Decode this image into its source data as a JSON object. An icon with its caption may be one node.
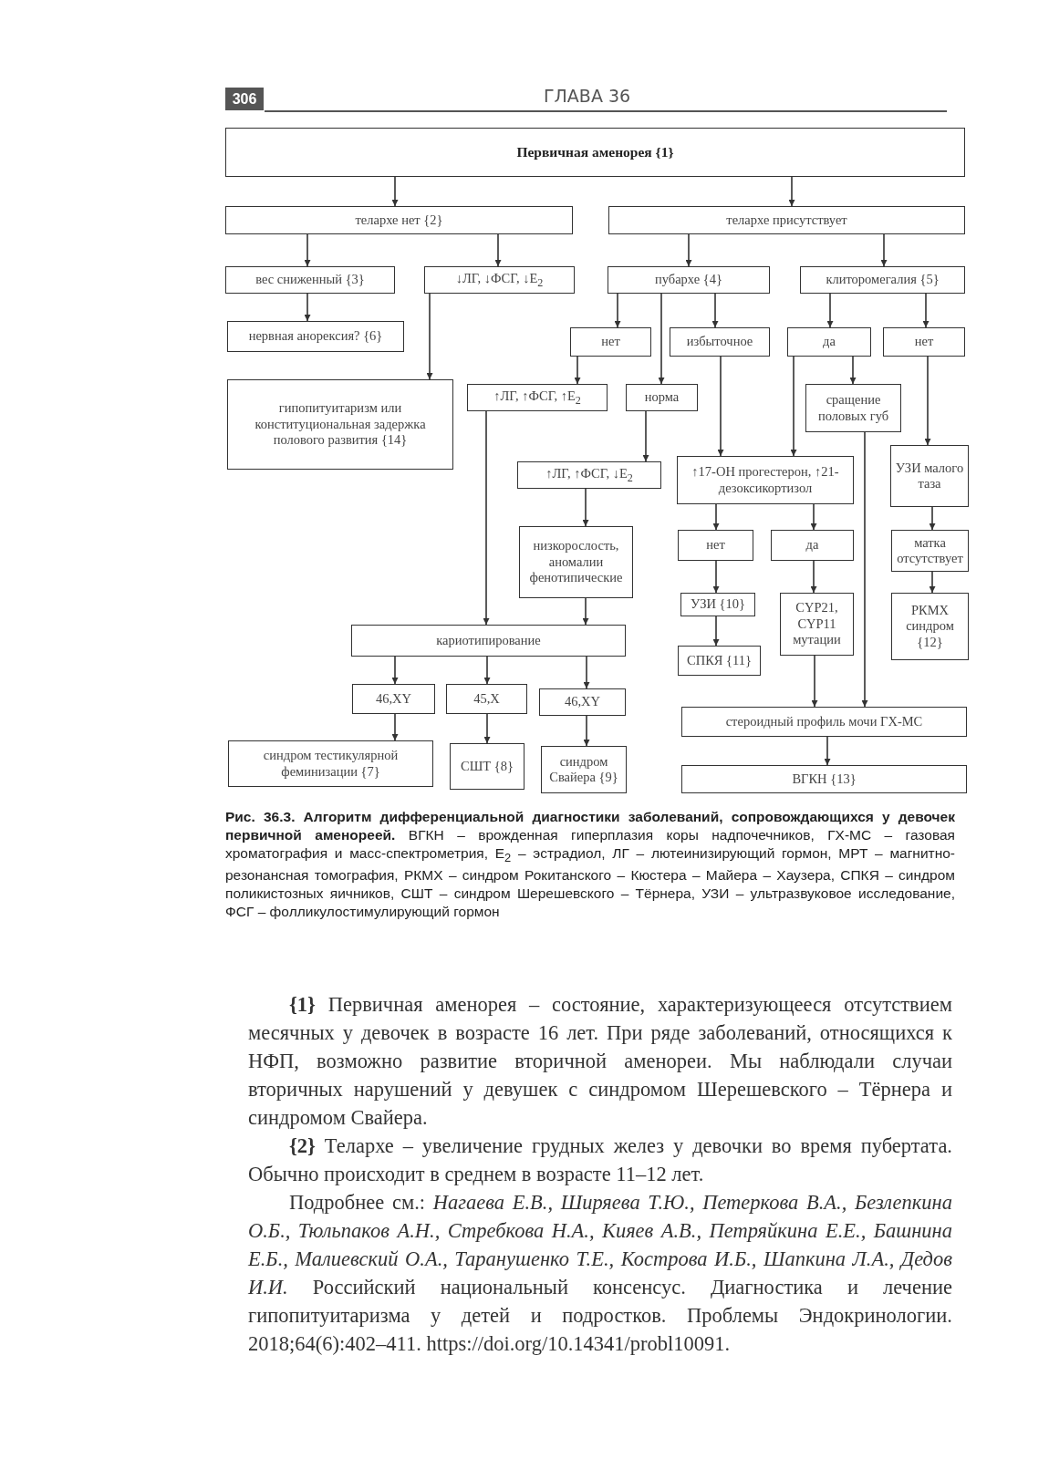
{
  "diagram": {
    "caption": "**Рис. 36.3. Алгоритм дифференциальной диагностики заболеваний, сопровождающихся у девочек первичной аменореей.** ВГКН – врожденная гиперплазия коры надпочечников, ГХ-МС – газовая хроматография и масс-спектрометрия, E$_{2}$ – эстрадиол, ЛГ – лютеинизирующий гормон, МРТ – магнитно-резонансная томография, РКМХ – синдром Рокитанского – Кюстера – Майера – Хаузера, СПКЯ – синдром поликистозных яичников, СШТ – синдром Шерешевского – Тёрнера, УЗИ – ультразвуковое исследование, ФСГ – фолликулостимулирующий гормон",
    "nodes": [
      {
        "text": [
          "Первичная аменорея {1}"
        ]
      },
      {
        "text": [
          "телархе нет {2}"
        ]
      },
      {
        "text": [
          "телархе присутствует"
        ]
      },
      {
        "text": [
          "вес сниженный {3}"
        ]
      },
      {
        "text": [
          "↓ЛГ, ↓ФСГ, ↓E$_{2}$"
        ]
      },
      {
        "text": [
          "пубархе {4}"
        ]
      },
      {
        "text": [
          "клиторомегалия {5}"
        ]
      },
      {
        "text": [
          "нервная анорексия? {6}"
        ]
      },
      {
        "text": [
          "нет"
        ]
      },
      {
        "text": [
          "избыточное"
        ]
      },
      {
        "text": [
          "да"
        ]
      },
      {
        "text": [
          "нет"
        ]
      },
      {
        "text": [
          "гипопитуитаризм или конституциональная задержка полового развития {14}"
        ]
      },
      {
        "text": [
          "↑ЛГ, ↑ФСГ, ↑E$_{2}$"
        ]
      },
      {
        "text": [
          "норма"
        ]
      },
      {
        "text": [
          "сращение половых губ"
        ]
      },
      {
        "text": [
          "↑ЛГ, ↑ФСГ, ↓E$_{2}$"
        ]
      },
      {
        "text": [
          "↑17-ОН прогестерон, ↑21-дезоксикортизол"
        ]
      },
      {
        "text": [
          "УЗИ малого таза"
        ]
      },
      {
        "text": [
          "низкорослость, аномалии фенотипические"
        ]
      },
      {
        "text": [
          "нет"
        ]
      },
      {
        "text": [
          "да"
        ]
      },
      {
        "text": [
          "матка отсутствует"
        ]
      },
      {
        "text": [
          "УЗИ {10}"
        ]
      },
      {
        "text": [
          "CYP21, CYP11 мутации"
        ]
      },
      {
        "text": [
          "РКМХ синдром {12}"
        ]
      },
      {
        "text": [
          "кариотипирование"
        ]
      },
      {
        "text": [
          "СПКЯ {11}"
        ]
      },
      {
        "text": [
          "46,XY"
        ]
      },
      {
        "text": [
          "45,X"
        ]
      },
      {
        "text": [
          "46,XY"
        ]
      },
      {
        "text": [
          "стероидный профиль мочи ГХ-МС"
        ]
      },
      {
        "text": [
          "синдром тестикулярной феминизации {7}"
        ]
      },
      {
        "text": [
          "СШТ {8}"
        ]
      },
      {
        "text": [
          "синдром Свайера {9}"
        ]
      },
      {
        "text": [
          "ВГКН {13}"
        ]
      }
    ],
    "edges": [
      {
        "from": 0,
        "to": 1,
        "arrow": "to"
      },
      {
        "from": 0,
        "to": 2,
        "arrow": "to"
      },
      {
        "from": 1,
        "to": 3,
        "arrow": "to"
      },
      {
        "from": 1,
        "to": 4,
        "arrow": "to"
      },
      {
        "from": 2,
        "to": 5,
        "arrow": "to"
      },
      {
        "from": 2,
        "to": 6,
        "arrow": "to"
      },
      {
        "from": 3,
        "to": 7,
        "arrow": "to"
      },
      {
        "from": 4,
        "to": 12,
        "arrow": "to"
      },
      {
        "from": 5,
        "to": 8,
        "arrow": "to"
      },
      {
        "from": 5,
        "to": 14,
        "arrow": "to"
      },
      {
        "from": 5,
        "to": 9,
        "arrow": "to"
      },
      {
        "from": 6,
        "to": 10,
        "arrow": "to"
      },
      {
        "from": 6,
        "to": 11,
        "arrow": "to"
      },
      {
        "from": 8,
        "to": 13,
        "arrow": "to"
      },
      {
        "from": 10,
        "to": 17,
        "arrow": "to"
      },
      {
        "from": 10,
        "to": 15,
        "arrow": "to"
      },
      {
        "from": 11,
        "to": 18,
        "arrow": "to"
      },
      {
        "from": 9,
        "to": 17,
        "arrow": "to"
      },
      {
        "from": 14,
        "to": 16,
        "arrow": "to"
      },
      {
        "from": 13,
        "to": 26,
        "arrow": "to"
      },
      {
        "from": 15,
        "to": 31,
        "arrow": "to"
      },
      {
        "from": 16,
        "to": 19,
        "arrow": "to"
      },
      {
        "from": 17,
        "to": 20,
        "arrow": "to"
      },
      {
        "from": 17,
        "to": 21,
        "arrow": "to"
      },
      {
        "from": 18,
        "to": 22,
        "arrow": "to"
      },
      {
        "from": 19,
        "to": 26,
        "arrow": "to"
      },
      {
        "from": 20,
        "to": 23,
        "arrow": "to"
      },
      {
        "from": 21,
        "to": 24,
        "arrow": "to"
      },
      {
        "from": 22,
        "to": 25,
        "arrow": "to"
      },
      {
        "from": 23,
        "to": 27,
        "arrow": "to"
      },
      {
        "from": 24,
        "to": 31,
        "arrow": "to"
      },
      {
        "from": 26,
        "to": 28,
        "arrow": "to"
      },
      {
        "from": 26,
        "to": 29,
        "arrow": "to"
      },
      {
        "from": 26,
        "to": 30,
        "arrow": "to"
      },
      {
        "from": 28,
        "to": 32,
        "arrow": "to"
      },
      {
        "from": 29,
        "to": 33,
        "arrow": "to"
      },
      {
        "from": 30,
        "to": 34,
        "arrow": "to"
      },
      {
        "from": 31,
        "to": 35,
        "arrow": "to"
      }
    ],
    "labels": [
      "306",
      "ГЛАВА 36",
      "**{1}** Первичная аменорея – состояние, характеризующееся отсутствием месячных у девочек в возрасте 16 лет. При ряде заболеваний, относящихся к НФП, возможно развитие вторичной аменореи. Мы наблюдали случаи вторичных нарушений у девушек с синдромом Шерешевского – Тёрнера и синдромом Свайера.",
      "**{2}** Телархе – увеличение грудных желез у девочки во время пубертата. Обычно происходит в среднем в возрасте 11–12 лет.",
      "Подробнее см.: *Нагаева Е.В., Ширяева Т.Ю., Петеркова В.А., Безлепкина О.Б., Тюльпаков А.Н., Стребкова Н.А., Кияев А.В., Петряйкина Е.Е., Башнина Е.Б., Малиевский О.А., Таранушенко Т.Е., Кострова И.Б., Шапкина Л.А., Дедов И.И.* Российский национальный консенсус. Диагностика и лечение гипопитуитаризма у детей и подростков. Проблемы Эндокринологии. 2018;64(6):402–411. https://doi.org/10.14341/probl10091."
    ]
  }
}
